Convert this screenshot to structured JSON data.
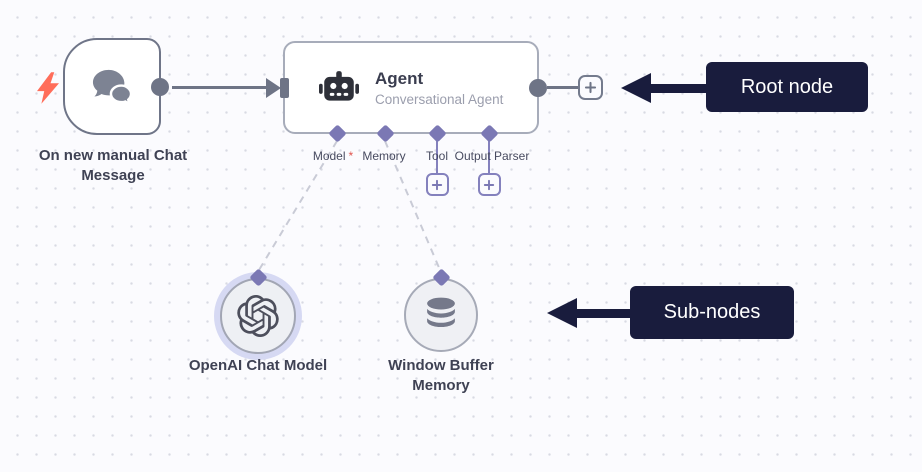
{
  "canvas": {
    "background": "#fbfbfe",
    "dot_color": "#d8dae3"
  },
  "colors": {
    "connector_gray": "#6e7486",
    "port_purple": "#7b78b4",
    "annotation_navy": "#191c3d",
    "bolt_red": "#ff6d5a",
    "required_red": "#e0544d"
  },
  "trigger_node": {
    "label": "On new manual Chat Message",
    "icon": "chat-bubbles-icon",
    "badge_icon": "lightning-bolt-icon"
  },
  "agent_node": {
    "title": "Agent",
    "subtitle": "Conversational Agent",
    "icon": "robot-icon",
    "ports": [
      {
        "label": "Model",
        "required_marker": "*"
      },
      {
        "label": "Memory"
      },
      {
        "label": "Tool",
        "has_add_button": true
      },
      {
        "label": "Output Parser",
        "has_add_button": true
      }
    ]
  },
  "sub_nodes": [
    {
      "label": "OpenAI Chat Model",
      "icon": "openai-logo-icon",
      "selected": true
    },
    {
      "label": "Window Buffer Memory",
      "icon": "database-icon",
      "selected": false
    }
  ],
  "annotations": [
    {
      "label": "Root node"
    },
    {
      "label": "Sub-nodes"
    }
  ]
}
